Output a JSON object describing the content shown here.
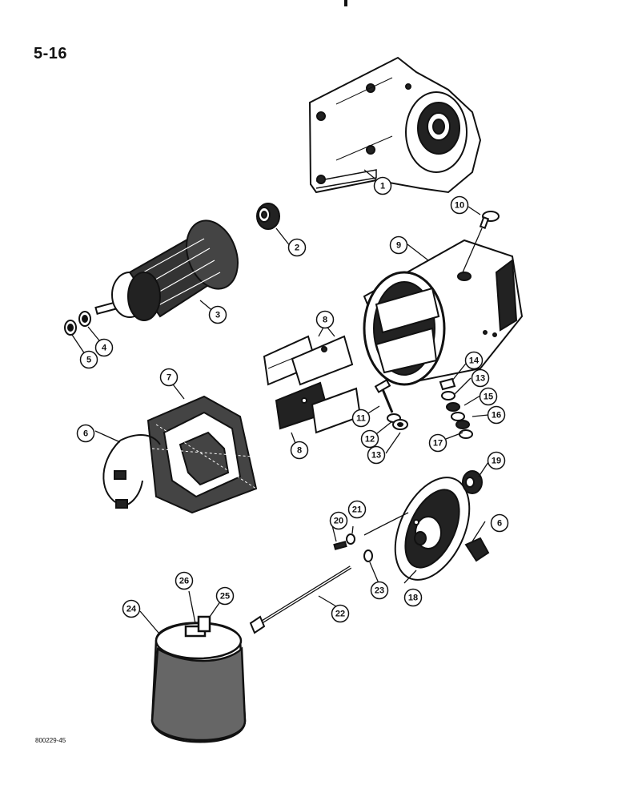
{
  "page_number": "5-16",
  "figure_code": "800229-45",
  "callouts": [
    "1",
    "2",
    "3",
    "4",
    "5",
    "6",
    "7",
    "8",
    "9",
    "10",
    "11",
    "12",
    "13",
    "14",
    "15",
    "16",
    "17",
    "18",
    "19",
    "20",
    "21",
    "22",
    "23",
    "24",
    "25",
    "26"
  ]
}
